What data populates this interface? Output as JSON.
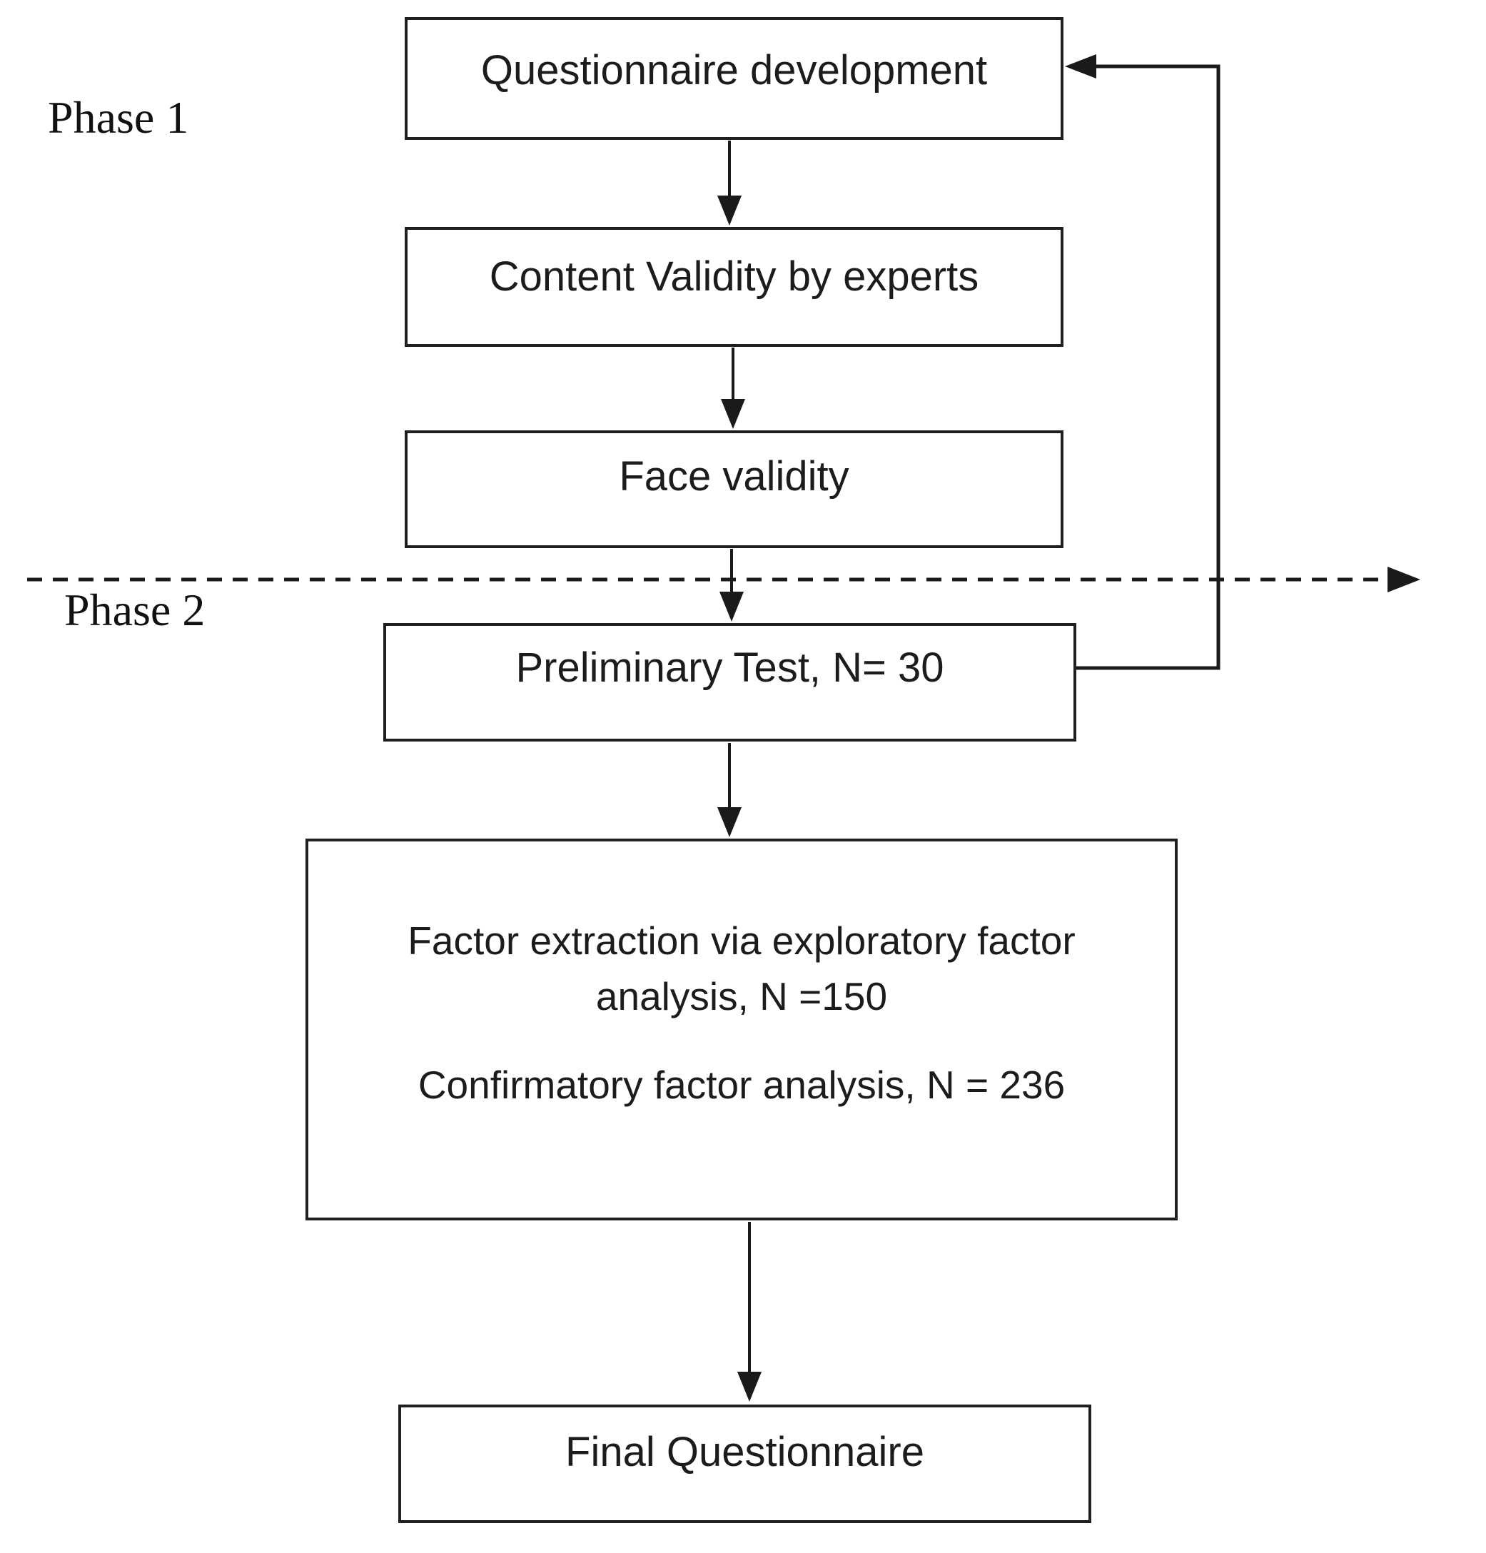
{
  "figure": {
    "colors": {
      "background": "#ffffff",
      "line": "#1a1a1a",
      "text": "#1c1c1c"
    },
    "phases": [
      {
        "label": "Phase 1"
      },
      {
        "label": "Phase 2"
      }
    ],
    "boxes": [
      {
        "label": "Questionnaire development"
      },
      {
        "label": "Content Validity by experts"
      },
      {
        "label": "Face validity"
      },
      {
        "label": "Preliminary Test, N= 30"
      },
      {
        "lines": [
          "Factor extraction via exploratory factor",
          "analysis, N =150",
          "Confirmatory factor analysis, N = 236"
        ]
      },
      {
        "label": "Final Questionnaire"
      }
    ]
  }
}
